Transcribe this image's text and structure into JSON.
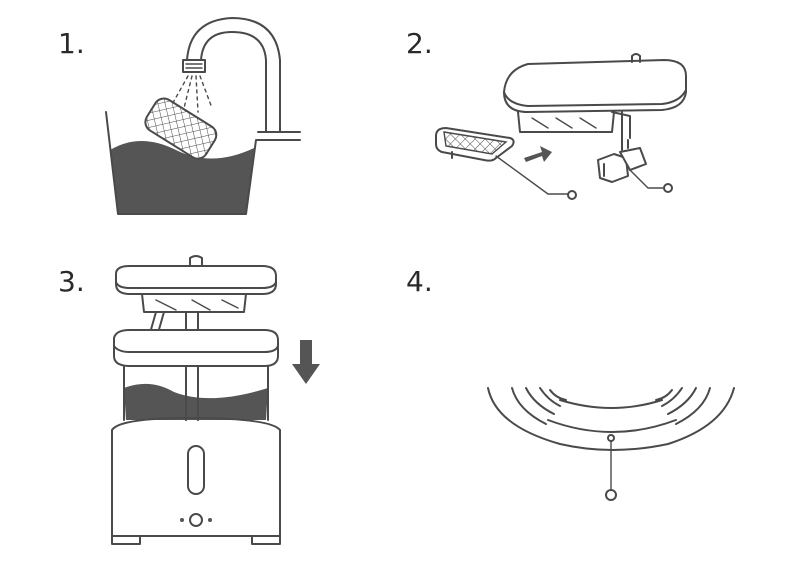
{
  "steps": [
    {
      "label": "1."
    },
    {
      "label": "2."
    },
    {
      "label": "3."
    },
    {
      "label": "4."
    }
  ],
  "colors": {
    "line": "#4a4a4a",
    "water": "#555555",
    "background": "#ffffff"
  }
}
